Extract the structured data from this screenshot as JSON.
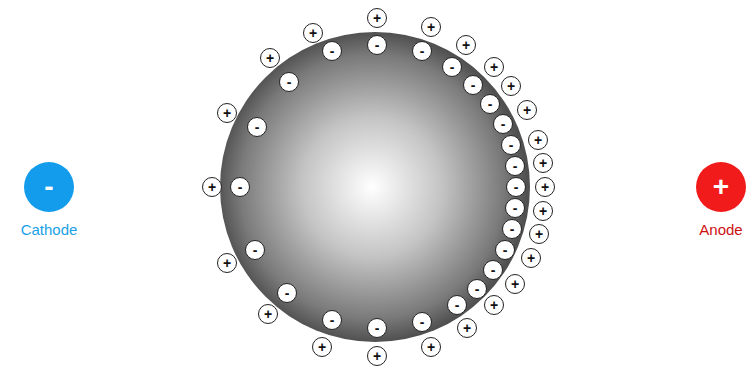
{
  "diagram": {
    "nodes": [
      {
        "text": [
          "-",
          "Cathode"
        ]
      },
      {
        "text": [
          "+"
        ]
      },
      {
        "text": [
          "+"
        ]
      },
      {
        "text": [
          "+"
        ]
      },
      {
        "text": [
          "+"
        ]
      },
      {
        "text": [
          "+"
        ]
      },
      {
        "text": [
          "+"
        ]
      },
      {
        "text": [
          "+"
        ]
      },
      {
        "text": [
          "+"
        ]
      },
      {
        "text": [
          "+"
        ]
      },
      {
        "text": [
          "+"
        ]
      },
      {
        "text": [
          "+"
        ]
      },
      {
        "text": [
          "+"
        ]
      },
      {
        "text": [
          "+"
        ]
      },
      {
        "text": [
          "+"
        ]
      },
      {
        "text": [
          "+"
        ]
      },
      {
        "text": [
          "+"
        ]
      },
      {
        "text": [
          "+"
        ]
      },
      {
        "text": [
          "+"
        ]
      },
      {
        "text": [
          "+"
        ]
      },
      {
        "text": [
          "+"
        ]
      },
      {
        "text": [
          "+"
        ]
      },
      {
        "text": [
          "+"
        ]
      },
      {
        "text": [
          "+"
        ]
      },
      {
        "text": [
          "+"
        ]
      },
      {
        "text": [
          "-"
        ]
      },
      {
        "text": [
          "-"
        ]
      },
      {
        "text": [
          "-"
        ]
      },
      {
        "text": [
          "-"
        ]
      },
      {
        "text": [
          "-"
        ]
      },
      {
        "text": [
          "-"
        ]
      },
      {
        "text": [
          "-"
        ]
      },
      {
        "text": [
          "-"
        ]
      },
      {
        "text": [
          "-"
        ]
      },
      {
        "text": [
          "-"
        ]
      },
      {
        "text": [
          "-"
        ]
      },
      {
        "text": [
          "-"
        ]
      },
      {
        "text": [
          "-"
        ]
      },
      {
        "text": [
          "-"
        ]
      },
      {
        "text": [
          "-"
        ]
      },
      {
        "text": [
          "-"
        ]
      },
      {
        "text": [
          "-"
        ]
      },
      {
        "text": [
          "-"
        ]
      },
      {
        "text": [
          "-"
        ]
      },
      {
        "text": [
          "-"
        ]
      },
      {
        "text": [
          "-"
        ]
      },
      {
        "text": [
          "-"
        ]
      },
      {
        "text": [
          "-"
        ]
      },
      {
        "text": [
          "-"
        ]
      },
      {
        "text": [
          "+",
          "Anode"
        ]
      }
    ]
  }
}
